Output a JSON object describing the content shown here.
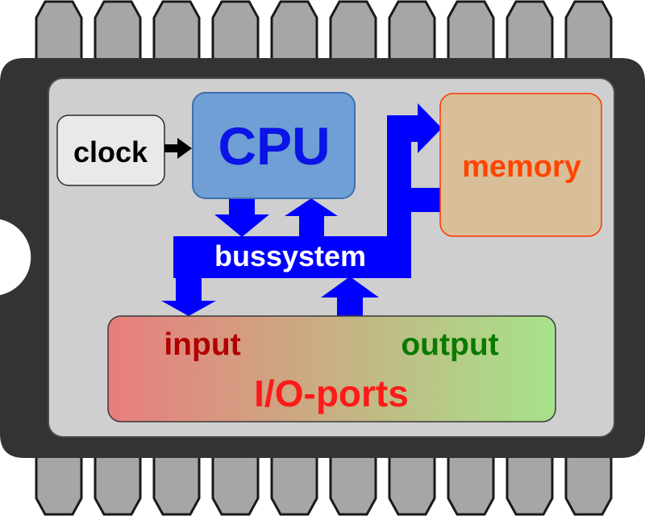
{
  "labels": {
    "clock": "clock",
    "cpu": "CPU",
    "memory": "memory",
    "bus": "bussystem",
    "input": "input",
    "output": "output",
    "io": "I/O-ports"
  },
  "colors": {
    "pin_fill": "#a6a6a6",
    "pin_stroke": "#1a1a1a",
    "chip_body": "#333333",
    "die_fill": "#cfcfcf",
    "clock_fill": "#e9e9e9",
    "cpu_fill": "#6f9fd4",
    "cpu_text": "#0a14e6",
    "memory_fill": "#d9bf99",
    "memory_stroke": "#ff3300",
    "memory_text": "#ff4400",
    "bus_blue": "#0000ff",
    "input_text": "#b00000",
    "output_text": "#0a7a00",
    "io_text": "#ff1a1a",
    "io_gradient_left": "#e87d7d",
    "io_gradient_right": "#a6e38a"
  }
}
